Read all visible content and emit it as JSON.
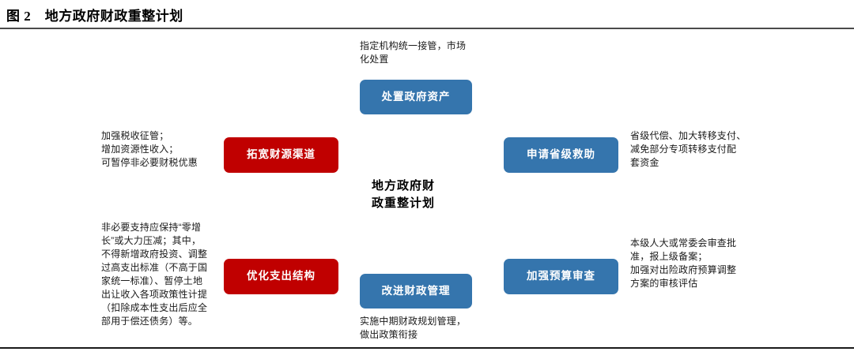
{
  "header": {
    "figure_label": "图 2",
    "figure_title": "地方政府财政重整计划",
    "full_title": "图 2　地方政府财政重整计划"
  },
  "colors": {
    "blue": "#3575AD",
    "red": "#C00000",
    "rule": "#4a4a4a",
    "text": "#1a1a1a"
  },
  "diagram": {
    "center_title": "地方政府财\n政重整计划",
    "nodes": [
      {
        "id": "assets",
        "label": "处置政府资产",
        "color": "blue",
        "note": "指定机构统一接管，市场\n化处置",
        "note_position": "above"
      },
      {
        "id": "revenue",
        "label": "拓宽财源渠道",
        "color": "red",
        "note": "加强税收征管；\n增加资源性收入；\n可暂停非必要财税优惠",
        "note_position": "left"
      },
      {
        "id": "provincial",
        "label": "申请省级救助",
        "color": "blue",
        "note": "省级代偿、加大转移支付、\n减免部分专项转移支付配\n套资金",
        "note_position": "right"
      },
      {
        "id": "expenditure",
        "label": "优化支出结构",
        "color": "red",
        "note": "非必要支持应保持“零增\n长”或大力压减；其中，\n不得新增政府投资、调整\n过高支出标准（不高于国\n家统一标准）、暂停土地\n出让收入各项政策性计提\n（扣除成本性支出后应全\n部用于偿还债务）等。",
        "note_position": "left"
      },
      {
        "id": "budget",
        "label": "加强预算审查",
        "color": "blue",
        "note": "本级人大或常委会审查批\n准，报上级备案；\n加强对出险政府预算调整\n方案的审核评估",
        "note_position": "right"
      },
      {
        "id": "management",
        "label": "改进财政管理",
        "color": "blue",
        "note": "实施中期财政规划管理，\n做出政策衔接",
        "note_position": "below"
      }
    ]
  },
  "footer": {
    "source": ""
  }
}
